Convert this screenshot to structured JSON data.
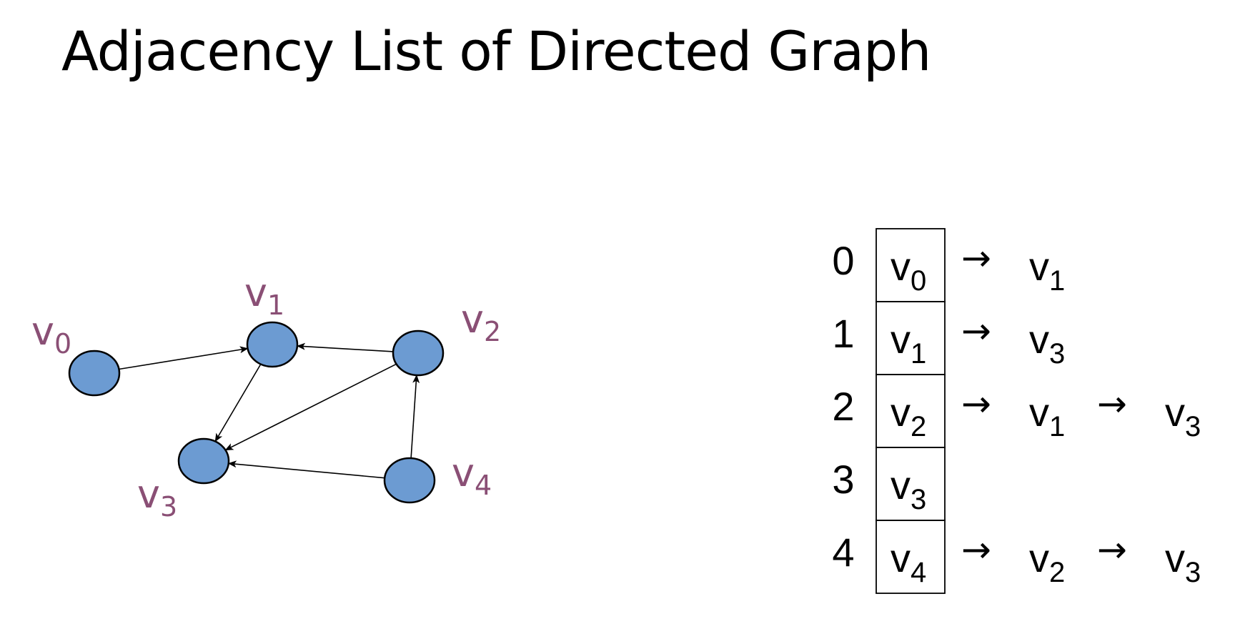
{
  "title": "Adjacency List of Directed Graph",
  "colors": {
    "vertex_fill": "#6c9bd2",
    "vertex_stroke": "#000000",
    "vertex_label": "#8a4f75",
    "edge": "#000000",
    "text": "#000000"
  },
  "graph": {
    "vertices": [
      {
        "id": "v0",
        "letter": "v",
        "sub": "0"
      },
      {
        "id": "v1",
        "letter": "v",
        "sub": "1"
      },
      {
        "id": "v2",
        "letter": "v",
        "sub": "2"
      },
      {
        "id": "v3",
        "letter": "v",
        "sub": "3"
      },
      {
        "id": "v4",
        "letter": "v",
        "sub": "4"
      }
    ],
    "edges": [
      {
        "from": "v0",
        "to": "v1"
      },
      {
        "from": "v1",
        "to": "v3"
      },
      {
        "from": "v2",
        "to": "v1"
      },
      {
        "from": "v2",
        "to": "v3"
      },
      {
        "from": "v4",
        "to": "v2"
      },
      {
        "from": "v4",
        "to": "v3"
      }
    ]
  },
  "adjacency_list": {
    "arrow_symbol": "→",
    "rows": [
      {
        "index": "0",
        "vertex": {
          "letter": "v",
          "sub": "0"
        },
        "neighbors": [
          {
            "letter": "v",
            "sub": "1"
          }
        ]
      },
      {
        "index": "1",
        "vertex": {
          "letter": "v",
          "sub": "1"
        },
        "neighbors": [
          {
            "letter": "v",
            "sub": "3"
          }
        ]
      },
      {
        "index": "2",
        "vertex": {
          "letter": "v",
          "sub": "2"
        },
        "neighbors": [
          {
            "letter": "v",
            "sub": "1"
          },
          {
            "letter": "v",
            "sub": "3"
          }
        ]
      },
      {
        "index": "3",
        "vertex": {
          "letter": "v",
          "sub": "3"
        },
        "neighbors": []
      },
      {
        "index": "4",
        "vertex": {
          "letter": "v",
          "sub": "4"
        },
        "neighbors": [
          {
            "letter": "v",
            "sub": "2"
          },
          {
            "letter": "v",
            "sub": "3"
          }
        ]
      }
    ]
  }
}
